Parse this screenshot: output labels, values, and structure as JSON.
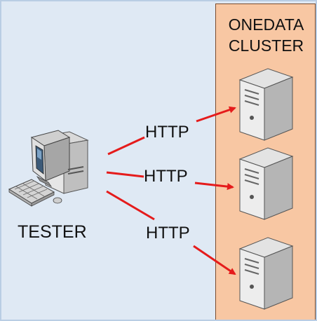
{
  "diagram": {
    "cluster": {
      "title_line1": "ONEDATA",
      "title_line2": "CLUSTER",
      "fill_color": "#f8c7a3",
      "border_color": "#7a4b2c"
    },
    "tester": {
      "label": "TESTER",
      "icon": "desktop-computer-icon"
    },
    "connections": [
      {
        "label": "HTTP",
        "color": "#e51b1b"
      },
      {
        "label": "HTTP",
        "color": "#e51b1b"
      },
      {
        "label": "HTTP",
        "color": "#e51b1b"
      }
    ],
    "servers": [
      {
        "icon": "server-icon"
      },
      {
        "icon": "server-icon"
      },
      {
        "icon": "server-icon"
      }
    ],
    "background_color": "#dfe9f4"
  }
}
